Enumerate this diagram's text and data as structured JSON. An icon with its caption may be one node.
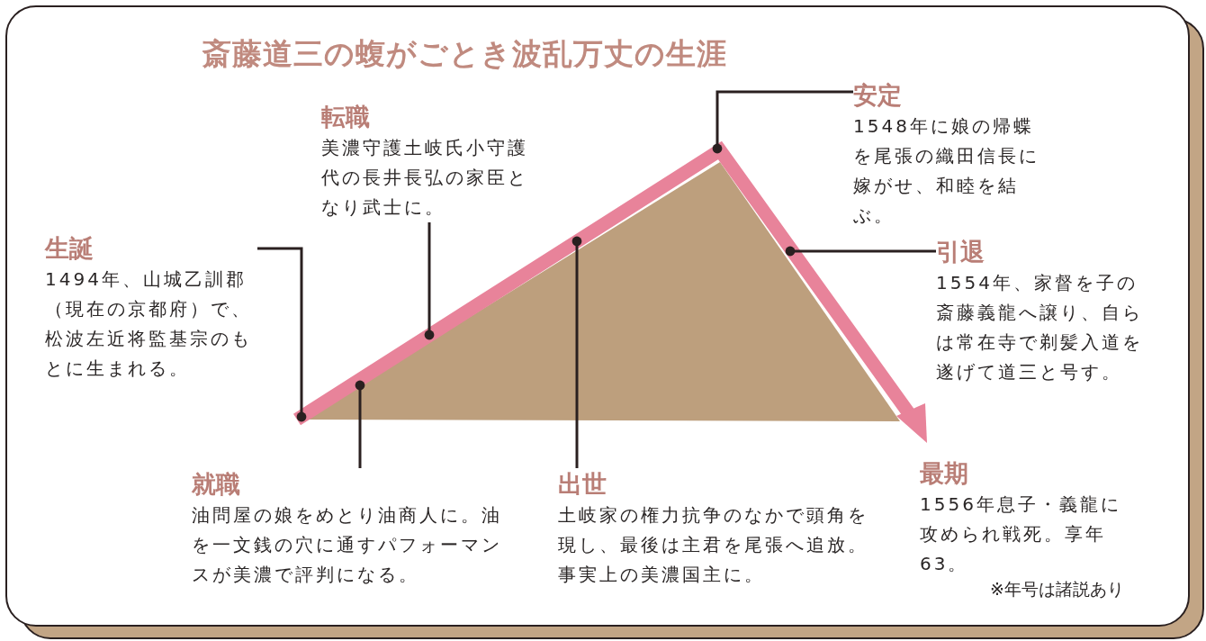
{
  "diagram": {
    "title": "斎藤道三の蝮がごとき波乱万丈の生涯",
    "nodes": [
      {
        "text": [
          "生誕",
          "1494年、山城乙訓郡（現在の京都府）で、松波左近将監基宗のもとに生まれる。"
        ]
      },
      {
        "text": [
          "転職",
          "美濃守護土岐氏小守護代の長井長弘の家臣となり武士に。"
        ]
      },
      {
        "text": [
          "就職",
          "油問屋の娘をめとり油商人に。油を一文銭の穴に通すパフォーマンスが美濃で評判になる。"
        ]
      },
      {
        "text": [
          "出世",
          "土岐家の権力抗争のなかで頭角を現し、最後は主君を尾張へ追放。事実上の美濃国主に。"
        ]
      },
      {
        "text": [
          "安定",
          "1548年に娘の帰蝶を尾張の織田信長に嫁がせ、和睦を結ぶ。"
        ]
      },
      {
        "text": [
          "引退",
          "1554年、家督を子の斎藤義龍へ譲り、自らは常在寺で剃髪入道を遂げて道三と号す。"
        ]
      },
      {
        "text": [
          "最期",
          "1556年息子・義龍に攻められ戦死。享年63。"
        ]
      }
    ],
    "edges": [
      {
        "from": 0,
        "to": null,
        "arrow": "other"
      },
      {
        "from": 1,
        "to": null,
        "arrow": "other"
      },
      {
        "from": 2,
        "to": null,
        "arrow": "other"
      },
      {
        "from": 3,
        "to": null,
        "arrow": "other"
      },
      {
        "from": 4,
        "to": null,
        "arrow": "other"
      },
      {
        "from": 5,
        "to": null,
        "arrow": "other"
      }
    ],
    "labels": [
      "※年号は諸説あり"
    ]
  }
}
